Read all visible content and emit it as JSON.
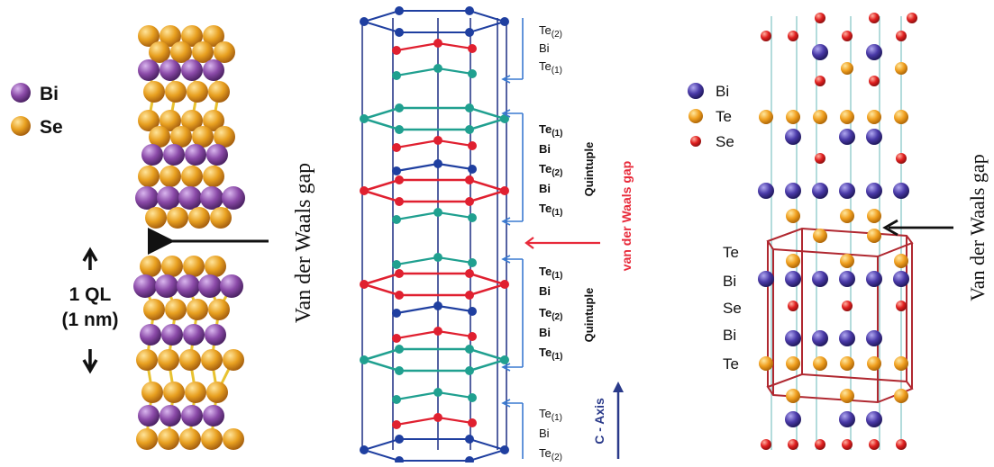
{
  "panel_a": {
    "legend": [
      {
        "symbol": "Bi",
        "label": "Bi",
        "color": "#8b4aa8"
      },
      {
        "symbol": "Se",
        "label": "Se",
        "color": "#e8a020"
      }
    ],
    "ql_label_1": "1 QL",
    "ql_label_2": "(1 nm)",
    "gap_label": "Van der Waals gap",
    "bond_color": "#e8c230"
  },
  "panel_b": {
    "block1": [
      "Te",
      "Bi",
      "Te"
    ],
    "block1_subs": [
      "(2)",
      "",
      "(1)"
    ],
    "quintuple1": [
      "Te",
      "Bi",
      "Te",
      "Bi",
      "Te"
    ],
    "quintuple1_subs": [
      "(1)",
      "",
      "(2)",
      "",
      "(1)"
    ],
    "quintuple_label": "Quintuple",
    "gap_label": "van der Waals gap",
    "quintuple2": [
      "Te",
      "Bi",
      "Te",
      "Bi",
      "Te"
    ],
    "quintuple2_subs": [
      "(1)",
      "",
      "(2)",
      "",
      "(1)"
    ],
    "block3": [
      "Te",
      "Bi",
      "Te"
    ],
    "block3_subs": [
      "(1)",
      "",
      "(2)"
    ],
    "axis_label": "C - Axis",
    "colors": {
      "frame": "#2a3a8a",
      "blue": "#1f3fa0",
      "red": "#e02030",
      "teal": "#20a090",
      "arrow": "#3a7ad0",
      "gap_arrow": "#e82a3a"
    }
  },
  "panel_c": {
    "legend": [
      {
        "symbol": "Bi",
        "label": "Bi",
        "color": "#4a3aa8"
      },
      {
        "symbol": "Te",
        "label": "Te",
        "color": "#f0a020"
      },
      {
        "symbol": "Se",
        "label": "Se",
        "color": "#e02020"
      }
    ],
    "layers": [
      "Te",
      "Bi",
      "Se",
      "Bi",
      "Te"
    ],
    "gap_label": "Van der Waals gap",
    "colors": {
      "cell": "#b02830",
      "lines": "#8ac8c8"
    }
  }
}
